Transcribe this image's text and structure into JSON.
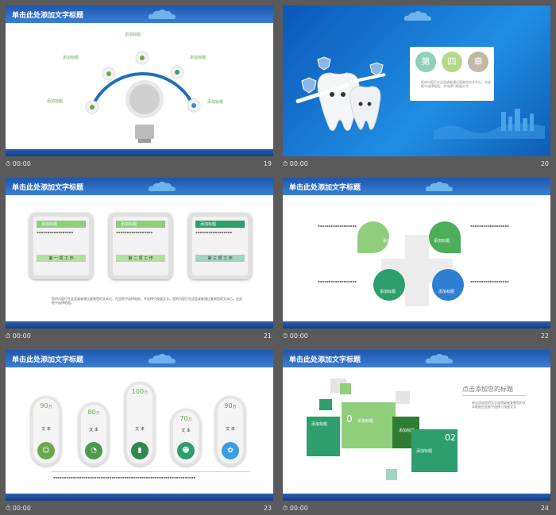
{
  "slides": [
    {
      "num": "19",
      "title": "单击此处添加文字标题",
      "footer_label": "00:00",
      "labels": [
        "添加标题",
        "添加标题",
        "添加标题",
        "添加标题",
        "添加标题"
      ]
    },
    {
      "num": "20",
      "chapter": [
        "第",
        "四",
        "章"
      ],
      "desc": "您的内容打在这里或者通过复制您的文本后，在此框中选择粘贴，并选择只保留文字",
      "footer_label": "00:00"
    },
    {
      "num": "21",
      "title": "单击此处添加文字标题",
      "footer_label": "00:00",
      "cards": [
        {
          "title": "添加标题",
          "work": "第 一 项 工 作"
        },
        {
          "title": "添加标题",
          "work": "第 二 项 工 作"
        },
        {
          "title": "添加标题",
          "work": "第 三 项 工 作"
        }
      ],
      "body": "您的内容打在这里或者通过复制您的文本后，在此框中选择粘贴，并选择只保留文字。您的内容打在这里或者通过复制您的文本后，在此框中选择粘贴。"
    },
    {
      "num": "22",
      "title": "单击此处添加文字标题",
      "footer_label": "00:00",
      "labels": [
        "添加标题",
        "添加标题",
        "添加标题",
        "添加标题"
      ]
    },
    {
      "num": "23",
      "title": "单击此处添加文字标题",
      "footer_label": "00:00",
      "pills": [
        {
          "value": "90",
          "unit": "万",
          "text": "文 本"
        },
        {
          "value": "80",
          "unit": "万",
          "text": "文 本"
        },
        {
          "value": "100",
          "unit": "万",
          "text": "文 本"
        },
        {
          "value": "70",
          "unit": "万",
          "text": "文 本"
        },
        {
          "value": "90",
          "unit": "万",
          "text": "文 本"
        }
      ]
    },
    {
      "num": "24",
      "title": "单击此处添加文字标题",
      "footer_label": "00:00",
      "heading": "点击添加您的标题",
      "big_num": "02",
      "small_num": "0",
      "labels": [
        "添加标题",
        "添加标题",
        "添加标题",
        "添加标题"
      ],
      "right_text": "单击添加您的文字说明或者复制您的文本粘贴在此框中选择只保留文字"
    }
  ],
  "colors": {
    "accent_blue": "#1e57ad",
    "green": "#6aa84f",
    "teal": "#2e9e6e",
    "gray_bg": "#5a5a5a"
  }
}
